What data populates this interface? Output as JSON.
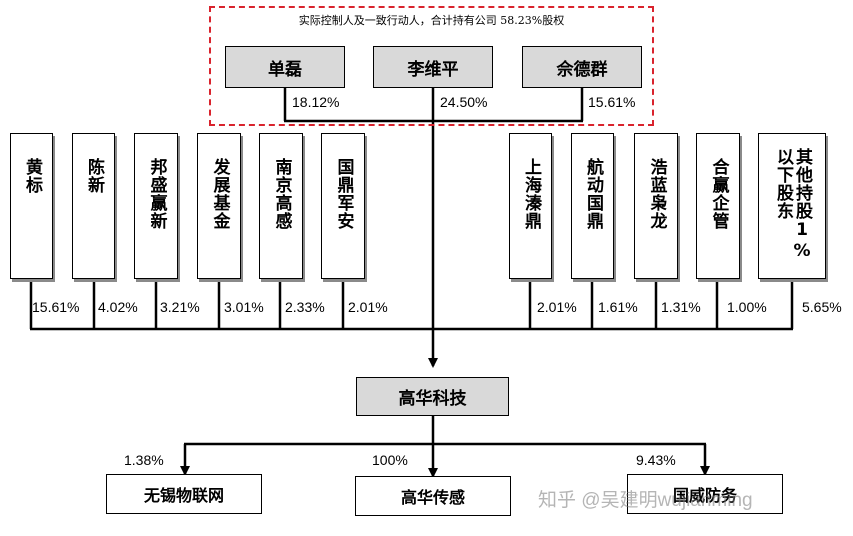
{
  "controller_note": "实际控制人及一致行动人，合计持有公司 58.23%股权",
  "controllers": [
    {
      "name": "单磊",
      "pct": "18.12%"
    },
    {
      "name": "李维平",
      "pct": "24.50%"
    },
    {
      "name": "佘德群",
      "pct": "15.61%"
    }
  ],
  "shareholders_left": [
    {
      "name": "黄标",
      "pct": "15.61%"
    },
    {
      "name": "陈新",
      "pct": "4.02%"
    },
    {
      "name": "邦盛赢新",
      "pct": "3.21%"
    },
    {
      "name": "发展基金",
      "pct": "3.01%"
    },
    {
      "name": "南京高感",
      "pct": "2.33%"
    },
    {
      "name": "国鼎军安",
      "pct": "2.01%"
    }
  ],
  "shareholders_right": [
    {
      "name": "上海溱鼎",
      "pct": "2.01%"
    },
    {
      "name": "航动国鼎",
      "pct": "1.61%"
    },
    {
      "name": "浩蓝枭龙",
      "pct": "1.31%"
    },
    {
      "name": "合赢企管",
      "pct": "1.00%"
    },
    {
      "name": "其他持股1%以下股东",
      "pct": "5.65%"
    }
  ],
  "company": "高华科技",
  "subsidiaries": [
    {
      "name": "无锡物联网",
      "pct": "1.38%"
    },
    {
      "name": "高华传感",
      "pct": "100%"
    },
    {
      "name": "国威防务",
      "pct": "9.43%"
    }
  ],
  "watermark": "知乎 @吴建明wujianming"
}
